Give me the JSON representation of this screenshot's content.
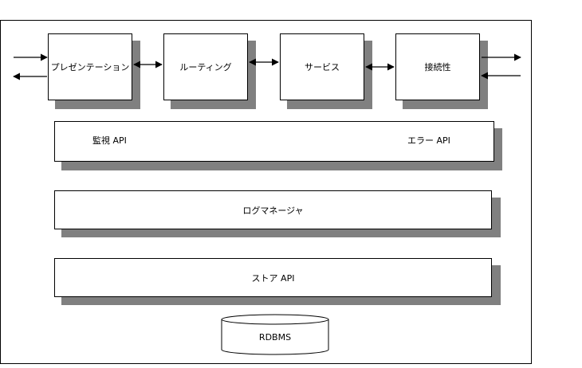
{
  "pipeline": {
    "presentation": "プレゼンテーション",
    "routing": "ルーティング",
    "service": "サービス",
    "connectivity": "接続性"
  },
  "api_bar": {
    "monitoring": "監視 API",
    "error": "エラー API"
  },
  "log_manager": "ログマネージャ",
  "store_api": "ストア API",
  "database": "RDBMS"
}
